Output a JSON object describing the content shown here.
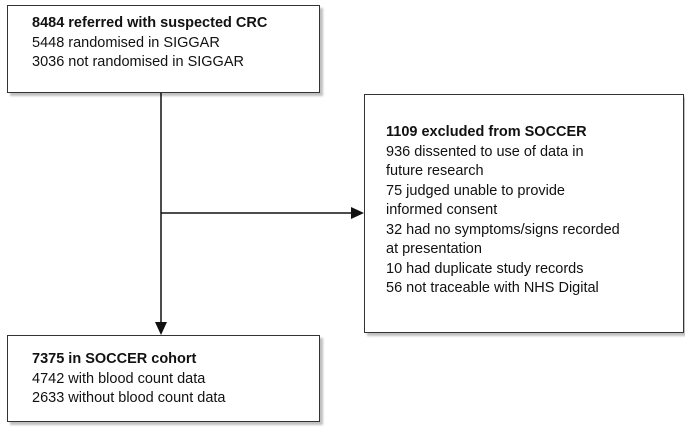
{
  "top_box": {
    "title": "8484 referred with suspected CRC",
    "lines": [
      "5448 randomised in SIGGAR",
      "3036 not randomised in SIGGAR"
    ]
  },
  "excluded_box": {
    "title": "1109 excluded from SOCCER",
    "lines": [
      "936 dissented to use of data in",
      "future research",
      "75 judged unable to provide",
      "informed consent",
      "32 had no symptoms/signs recorded",
      "at presentation",
      "10 had duplicate study records",
      "56 not traceable with NHS Digital"
    ]
  },
  "bottom_box": {
    "title": "7375 in SOCCER cohort",
    "lines": [
      "4742 with blood count data",
      "2633 without blood count data"
    ]
  },
  "colors": {
    "line": "#111111",
    "border": "#333333"
  }
}
